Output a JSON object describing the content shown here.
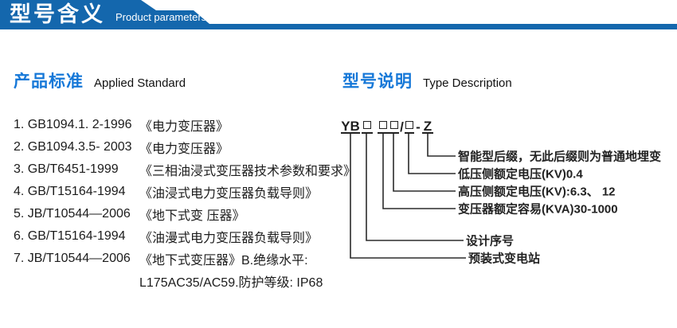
{
  "banner": {
    "title_zh": "型号含义",
    "title_en": "Product parameters",
    "color": "#1467ad"
  },
  "sections": {
    "standards": {
      "title_zh": "产品标准",
      "title_en": "Applied Standard"
    },
    "type": {
      "title_zh": "型号说明",
      "title_en": "Type Description"
    }
  },
  "standards_list": [
    {
      "code": "1. GB1094.1. 2-1996",
      "title": "《电力变压器》"
    },
    {
      "code": "2. GB1094.3.5- 2003",
      "title": "《电力变压器》"
    },
    {
      "code": "3. GB/T6451-1999",
      "title": "《三相油浸式变压器技术参数和要求》"
    },
    {
      "code": "4. GB/T15164-1994",
      "title": "《油浸式电力变压器负载导则》"
    },
    {
      "code": "5. JB/T10544—2006",
      "title": "《地下式变 压器》"
    },
    {
      "code": "6. GB/T15164-1994",
      "title": "《油漫式电力变压器负载导则》"
    },
    {
      "code": "7. JB/T10544—2006",
      "title": "《地下式变压器》B.绝缘水平:"
    },
    {
      "code": "",
      "title": "L175AC35/AC59.防护等级: IP68"
    }
  ],
  "model_code": {
    "prefix": "YB",
    "slash": "/",
    "dash": "-",
    "suffix": "Z"
  },
  "model_labels": {
    "smart_suffix": "智能型后缀，无此后缀则为普通地埋变",
    "low_voltage": "低压侧额定电压(KV)0.4",
    "high_voltage": "高压侧额定电压(KV):6.3、 12",
    "capacity": "变压器额定容易(KVA)30-1000",
    "design_no": "设计序号",
    "prefab_station": "预装式变电站"
  },
  "colors": {
    "banner_blue": "#1467ad",
    "accent_blue": "#1678d8",
    "text_dark": "#1c1c1c"
  }
}
